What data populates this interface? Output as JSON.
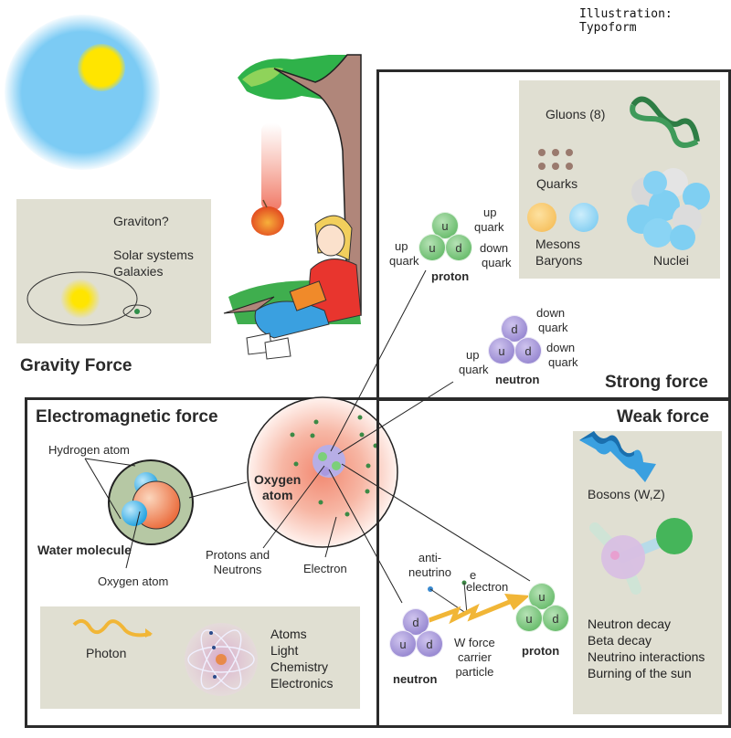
{
  "credit": "Illustration: Typoform",
  "gravity": {
    "title": "Gravity Force",
    "carrier": "Graviton?",
    "examples": [
      "Solar systems",
      "Galaxies"
    ],
    "icons": [
      "sky-sun-icon",
      "apple-tree-icon",
      "falling-apple-icon",
      "reading-girl-icon",
      "orbit-icon"
    ]
  },
  "strong": {
    "title": "Strong force",
    "carrier": "Gluons (8)",
    "quarks_label": "Quarks",
    "hadrons": [
      "Mesons",
      "Baryons"
    ],
    "nuclei_label": "Nuclei",
    "proton": {
      "label": "proton",
      "quarks": [
        "u",
        "u",
        "d"
      ],
      "labels": {
        "top": [
          "up",
          "quark"
        ],
        "left": [
          "up",
          "quark"
        ],
        "right": [
          "down",
          "quark"
        ]
      }
    },
    "neutron": {
      "label": "neutron",
      "quarks": [
        "d",
        "u",
        "d"
      ],
      "labels": {
        "top": [
          "down",
          "quark"
        ],
        "left": [
          "up",
          "quark"
        ],
        "right": [
          "down",
          "quark"
        ]
      }
    }
  },
  "em": {
    "title": "Electromagnetic force",
    "hydrogen_label": "Hydrogen atom",
    "water_label": "Water molecule",
    "oxygen_label": "Oxygen atom",
    "center_atom": [
      "Oxygen",
      "atom"
    ],
    "protons_neutrons": [
      "Protons and",
      "Neutrons"
    ],
    "electron_label": "Electron",
    "carrier": "Photon",
    "examples": [
      "Atoms",
      "Light",
      "Chemistry",
      "Electronics"
    ]
  },
  "weak": {
    "title": "Weak force",
    "carrier": "Bosons (W,Z)",
    "examples": [
      "Neutron decay",
      "Beta decay",
      "Neutrino interactions",
      "Burning of the sun"
    ],
    "decay": {
      "antineutrino": [
        "anti-",
        "neutrino"
      ],
      "electron": [
        "e",
        "electron"
      ],
      "w_particle": [
        "W force",
        "carrier",
        "particle"
      ],
      "neutron": {
        "label": "neutron",
        "quarks": [
          "d",
          "u",
          "d"
        ]
      },
      "proton": {
        "label": "proton",
        "quarks": [
          "u",
          "u",
          "d"
        ]
      }
    }
  }
}
